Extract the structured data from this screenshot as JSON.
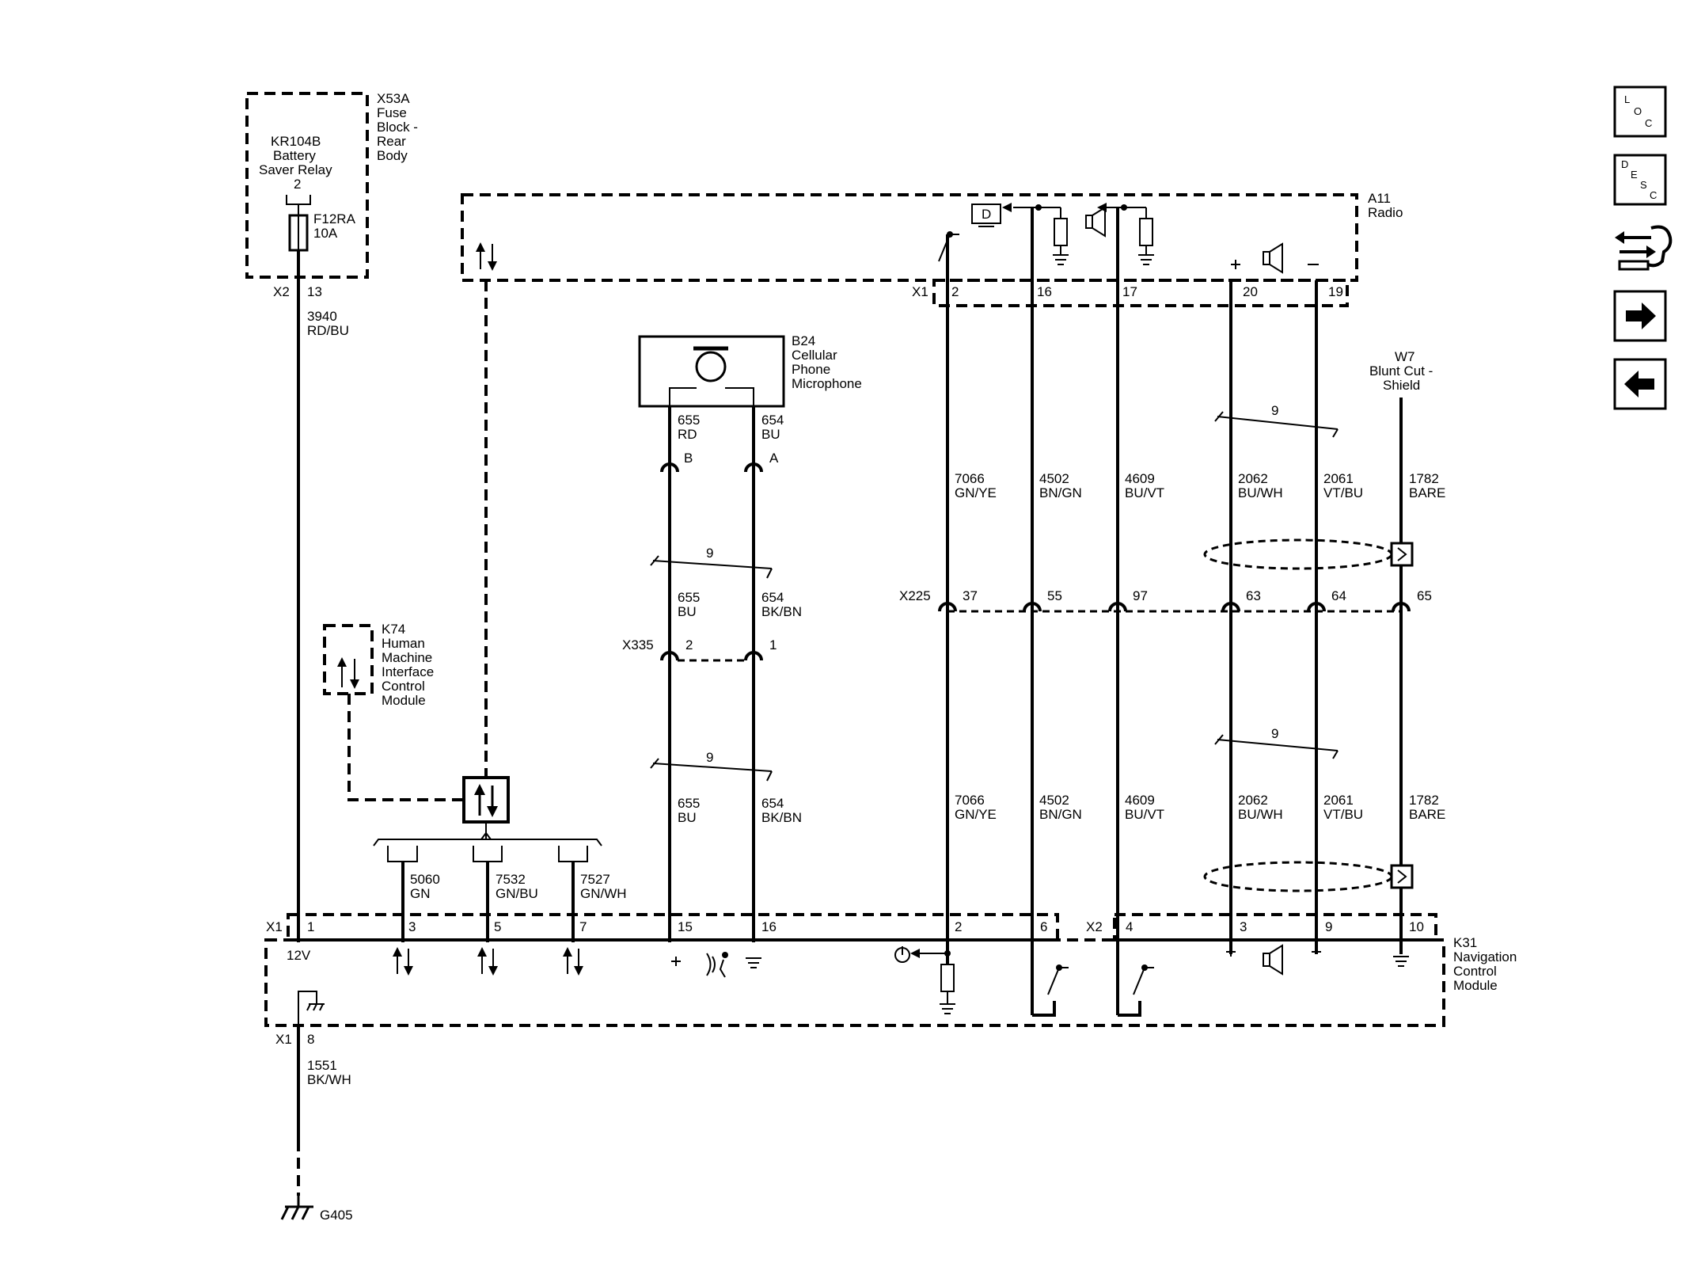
{
  "components": {
    "x53a": {
      "id": "X53A",
      "lines": [
        "Fuse",
        "Block -",
        "Rear",
        "Body"
      ]
    },
    "kr104b": {
      "lines": [
        "KR104B",
        "Battery",
        "Saver Relay"
      ],
      "pin": "2"
    },
    "f12ra": {
      "lines": [
        "F12RA",
        "10A"
      ]
    },
    "a11": {
      "id": "A11",
      "name": "Radio"
    },
    "b24": {
      "id": "B24",
      "lines": [
        "Cellular",
        "Phone",
        "Microphone"
      ]
    },
    "k74": {
      "id": "K74",
      "lines": [
        "Human",
        "Machine",
        "Interface",
        "Control",
        "Module"
      ]
    },
    "w7": {
      "id": "W7",
      "lines": [
        "Blunt Cut -",
        "Shield"
      ]
    },
    "k31": {
      "id": "K31",
      "lines": [
        "Navigation",
        "Control",
        "Module"
      ]
    },
    "g405": {
      "id": "G405"
    }
  },
  "connectors": {
    "x2_top": {
      "name": "X2",
      "pin": "13"
    },
    "x1_a11": {
      "name": "X1",
      "pins": [
        "2",
        "16",
        "17",
        "20",
        "19"
      ]
    },
    "x225": {
      "name": "X225",
      "pins": [
        "37",
        "55",
        "97",
        "63",
        "64",
        "65"
      ]
    },
    "x335": {
      "name": "X335",
      "pins": [
        "2",
        "1"
      ]
    },
    "b24_pins": [
      "B",
      "A"
    ],
    "x1_k31": {
      "name": "X1",
      "pins": [
        "1",
        "3",
        "5",
        "7",
        "15",
        "16",
        "2",
        "6"
      ]
    },
    "x2_k31": {
      "name": "X2",
      "pins": [
        "4",
        "3",
        "9",
        "10"
      ]
    },
    "x1_ground": {
      "name": "X1",
      "pin": "8"
    },
    "voltage": "12V",
    "twist": "9"
  },
  "wires": {
    "w3940": {
      "circuit": "3940",
      "color": "RD/BU"
    },
    "w1551": {
      "circuit": "1551",
      "color": "BK/WH"
    },
    "w655a": {
      "circuit": "655",
      "color": "RD"
    },
    "w654a": {
      "circuit": "654",
      "color": "BU"
    },
    "w655b": {
      "circuit": "655",
      "color": "BU"
    },
    "w654b": {
      "circuit": "654",
      "color": "BK/BN"
    },
    "w7066": {
      "circuit": "7066",
      "color": "GN/YE"
    },
    "w4502": {
      "circuit": "4502",
      "color": "BN/GN"
    },
    "w4609": {
      "circuit": "4609",
      "color": "BU/VT"
    },
    "w2062": {
      "circuit": "2062",
      "color": "BU/WH"
    },
    "w2061": {
      "circuit": "2061",
      "color": "VT/BU"
    },
    "w1782": {
      "circuit": "1782",
      "color": "BARE"
    },
    "w5060": {
      "circuit": "5060",
      "color": "GN"
    },
    "w7532": {
      "circuit": "7532",
      "color": "GN/BU"
    },
    "w7527": {
      "circuit": "7527",
      "color": "GN/WH"
    }
  },
  "nav": {
    "loc": {
      "l1": "L",
      "l2": "O",
      "l3": "C"
    },
    "desc": {
      "l1": "D",
      "l2": "E",
      "l3": "S",
      "l4": "C"
    }
  }
}
